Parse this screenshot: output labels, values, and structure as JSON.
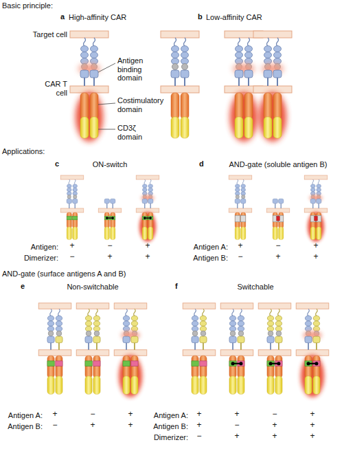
{
  "diagram": {
    "labels": [
      "Basic principle:",
      "a",
      "High-affinity CAR",
      "b",
      "Low-affinity CAR",
      "Target cell",
      "Antigen binding domain",
      "Costimulatory domain",
      "CAR T cell",
      "CD3ζ domain",
      "Applications:",
      "c",
      "ON-switch",
      "d",
      "AND-gate (soluble antigen B)",
      "Antigen:",
      "+",
      "−",
      "+",
      "Dimerizer:",
      "−",
      "+",
      "+",
      "Antigen A:",
      "+",
      "−",
      "+",
      "Antigen B:",
      "−",
      "+",
      "+",
      "AND-gate (surface antigens A and B)",
      "e",
      "Non-switchable",
      "f",
      "Switchable",
      "Antigen A:",
      "+",
      "−",
      "+",
      "Antigen B:",
      "−",
      "+",
      "+",
      "Antigen A:",
      "+",
      "+",
      "−",
      "+",
      "Antigen B:",
      "+",
      "−",
      "+",
      "+",
      "Dimerizer:",
      "−",
      "+",
      "+",
      "+"
    ]
  }
}
